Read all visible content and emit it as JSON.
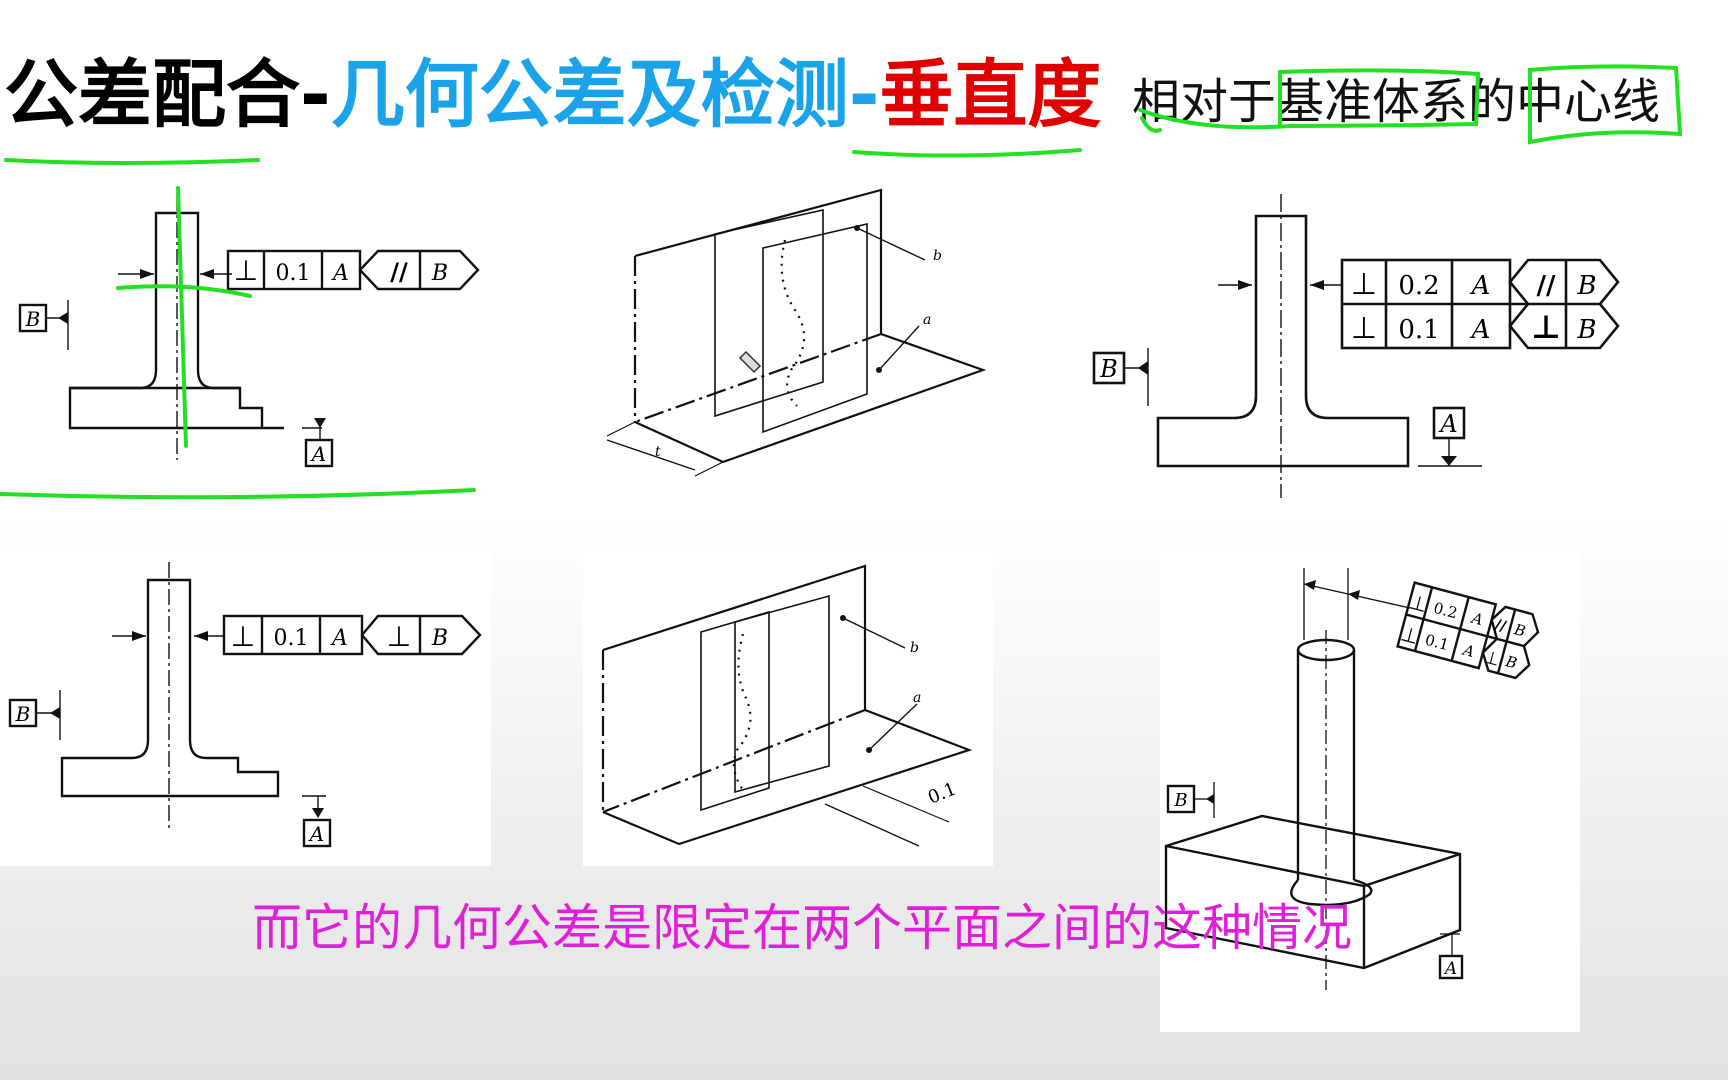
{
  "title": {
    "part1": "公差配合-",
    "part2": "几何公差及检测-",
    "part3": "垂直度",
    "color1": "#000000",
    "color2": "#1aa3e8",
    "color3": "#e00000"
  },
  "subtitle": "相对于基准体系的中心线",
  "caption": {
    "text": "而它的几何公差是限定在两个平面之间的这种情况",
    "color": "#e020d8"
  },
  "annotation_color": "#22e022",
  "frames": {
    "p1": {
      "sym1": "⊥",
      "tol": "0.1",
      "datum": "A",
      "sym2": "//",
      "datum2": "B",
      "datumB": "B",
      "datumA": "A"
    },
    "p2": {
      "label_b": "b",
      "label_a": "a",
      "label_t": "t"
    },
    "p3": {
      "row1_sym": "⊥",
      "row1_tol": "0.2",
      "row1_datum": "A",
      "row1_sym2": "//",
      "row1_datum2": "B",
      "row2_sym": "⊥",
      "row2_tol": "0.1",
      "row2_datum": "A",
      "row2_sym2": "⊥",
      "row2_datum2": "B",
      "datumB": "B",
      "datumA": "A"
    },
    "p4": {
      "sym1": "⊥",
      "tol": "0.1",
      "datum": "A",
      "sym2": "⊥",
      "datum2": "B",
      "datumB": "B",
      "datumA": "A"
    },
    "p5": {
      "label_b": "b",
      "label_a": "a",
      "tol": "0.1"
    },
    "p6": {
      "row1_sym": "⊥",
      "row1_tol": "0.2",
      "row1_datum": "A",
      "row1_sym2": "//",
      "row1_datum2": "B",
      "row2_sym": "⊥",
      "row2_tol": "0.1",
      "row2_datum": "A",
      "row2_sym2": "⊥",
      "row2_datum2": "B",
      "datumB": "B",
      "datumA": "A"
    }
  }
}
